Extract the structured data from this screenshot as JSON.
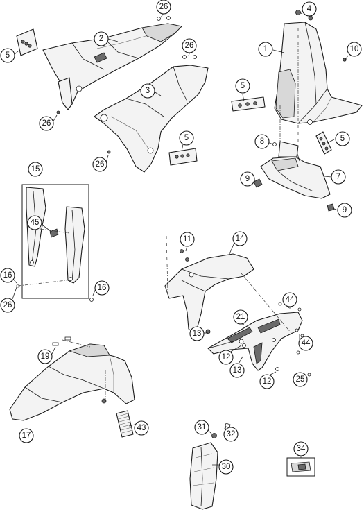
{
  "callouts": [
    {
      "id": "c-26a",
      "label": "26"
    },
    {
      "id": "c-2",
      "label": "2"
    },
    {
      "id": "c-26b",
      "label": "26"
    },
    {
      "id": "c-5a",
      "label": "5"
    },
    {
      "id": "c-3",
      "label": "3"
    },
    {
      "id": "c-26c",
      "label": "26"
    },
    {
      "id": "c-26d",
      "label": "26"
    },
    {
      "id": "c-5b",
      "label": "5"
    },
    {
      "id": "c-4",
      "label": "4"
    },
    {
      "id": "c-1",
      "label": "1"
    },
    {
      "id": "c-10",
      "label": "10"
    },
    {
      "id": "c-5c",
      "label": "5"
    },
    {
      "id": "c-8",
      "label": "8"
    },
    {
      "id": "c-5d",
      "label": "5"
    },
    {
      "id": "c-9a",
      "label": "9"
    },
    {
      "id": "c-7",
      "label": "7"
    },
    {
      "id": "c-9b",
      "label": "9"
    },
    {
      "id": "c-15",
      "label": "15"
    },
    {
      "id": "c-45",
      "label": "45"
    },
    {
      "id": "c-16a",
      "label": "16"
    },
    {
      "id": "c-26e",
      "label": "26"
    },
    {
      "id": "c-16b",
      "label": "16"
    },
    {
      "id": "c-11",
      "label": "11"
    },
    {
      "id": "c-14",
      "label": "14"
    },
    {
      "id": "c-44a",
      "label": "44"
    },
    {
      "id": "c-21",
      "label": "21"
    },
    {
      "id": "c-13a",
      "label": "13"
    },
    {
      "id": "c-44b",
      "label": "44"
    },
    {
      "id": "c-12a",
      "label": "12"
    },
    {
      "id": "c-13b",
      "label": "13"
    },
    {
      "id": "c-12b",
      "label": "12"
    },
    {
      "id": "c-25",
      "label": "25"
    },
    {
      "id": "c-19",
      "label": "19"
    },
    {
      "id": "c-17",
      "label": "17"
    },
    {
      "id": "c-43",
      "label": "43"
    },
    {
      "id": "c-31",
      "label": "31"
    },
    {
      "id": "c-32",
      "label": "32"
    },
    {
      "id": "c-30",
      "label": "30"
    },
    {
      "id": "c-34",
      "label": "34"
    }
  ]
}
